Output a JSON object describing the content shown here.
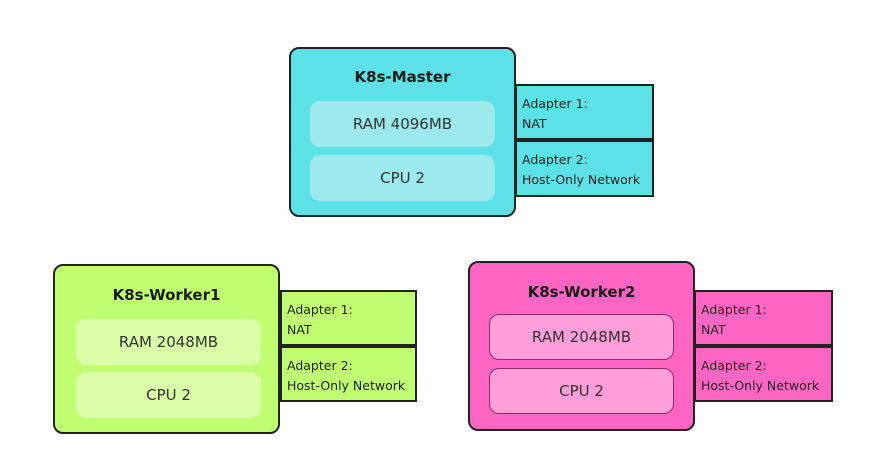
{
  "colors": {
    "master_fill": "#5ce1e6",
    "master_spec_fill": "#9ce9ee",
    "worker1_fill": "#c1ff72",
    "worker1_spec_fill": "#dbffa8",
    "worker2_fill": "#ff66c4",
    "worker2_spec_fill": "#ff9ed8"
  },
  "nodes": {
    "master": {
      "title": "K8s-Master",
      "ram": "RAM 4096MB",
      "cpu": "CPU 2",
      "adapter1": {
        "label": "Adapter 1:",
        "value": "NAT"
      },
      "adapter2": {
        "label": "Adapter 2:",
        "value": "Host-Only Network"
      }
    },
    "worker1": {
      "title": "K8s-Worker1",
      "ram": "RAM 2048MB",
      "cpu": "CPU 2",
      "adapter1": {
        "label": "Adapter 1:",
        "value": "NAT"
      },
      "adapter2": {
        "label": "Adapter 2:",
        "value": "Host-Only Network"
      }
    },
    "worker2": {
      "title": "K8s-Worker2",
      "ram": "RAM 2048MB",
      "cpu": "CPU 2",
      "adapter1": {
        "label": "Adapter 1:",
        "value": "NAT"
      },
      "adapter2": {
        "label": "Adapter 2:",
        "value": "Host-Only Network"
      }
    }
  }
}
